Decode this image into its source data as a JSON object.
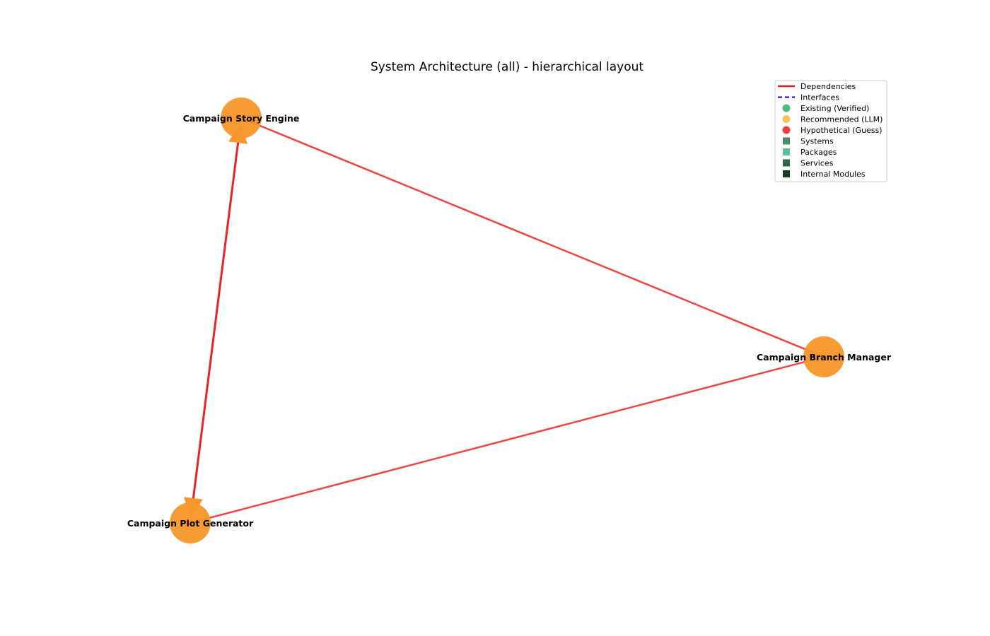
{
  "title": "System Architecture (all) - hierarchical layout",
  "nodes": [
    {
      "id": "story",
      "label": "Campaign Story Engine",
      "color": "#f7962a"
    },
    {
      "id": "branch",
      "label": "Campaign Branch Manager",
      "color": "#f7962a"
    },
    {
      "id": "plot",
      "label": "Campaign Plot Generator",
      "color": "#f7962a"
    }
  ],
  "edges": [
    {
      "from": "story",
      "to": "branch",
      "kind": "dependency",
      "color": "#ef4444"
    },
    {
      "from": "branch",
      "to": "plot",
      "kind": "dependency",
      "color": "#ef4444"
    },
    {
      "from": "story",
      "to": "plot",
      "kind": "dependency",
      "color": "#ee2222",
      "arrows": "both"
    }
  ],
  "legend": {
    "items": [
      {
        "label": "Dependencies",
        "marker": "line-solid",
        "color": "#e31a1c"
      },
      {
        "label": "Interfaces",
        "marker": "line-dashed",
        "color": "#0000cc"
      },
      {
        "label": "Existing (Verified)",
        "marker": "circle",
        "color": "#4cba82"
      },
      {
        "label": "Recommended (LLM)",
        "marker": "circle",
        "color": "#f5c350"
      },
      {
        "label": "Hypothetical (Guess)",
        "marker": "circle",
        "color": "#f04040"
      },
      {
        "label": "Systems",
        "marker": "square",
        "color": "#4a8a66"
      },
      {
        "label": "Packages",
        "marker": "square",
        "color": "#5cbf95"
      },
      {
        "label": "Services",
        "marker": "square",
        "color": "#2f6447"
      },
      {
        "label": "Internal Modules",
        "marker": "square",
        "color": "#1a3a28"
      }
    ]
  }
}
